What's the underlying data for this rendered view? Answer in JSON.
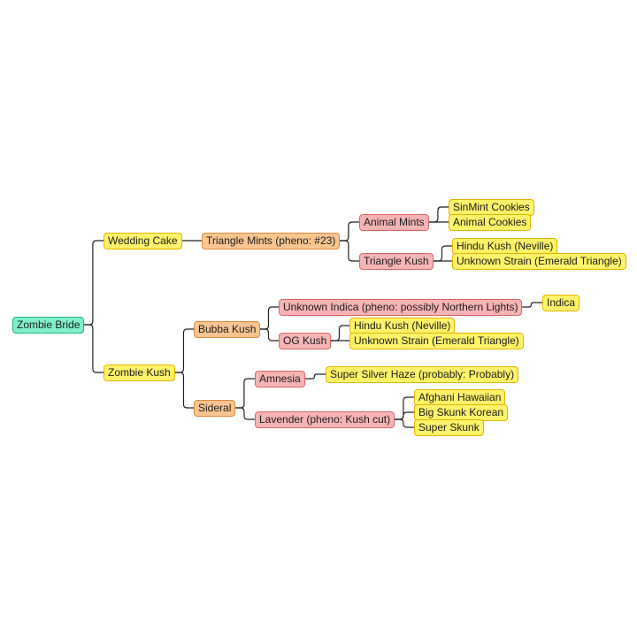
{
  "mindmap": {
    "root": {
      "id": "zombie-bride",
      "label": "Zombie Bride",
      "color": "root",
      "children": [
        {
          "id": "wedding-cake",
          "label": "Wedding Cake",
          "color": "yellow",
          "children": [
            {
              "id": "triangle-mints",
              "label": "Triangle Mints (pheno: #23)",
              "color": "orange",
              "children": [
                {
                  "id": "animal-mints",
                  "label": "Animal Mints",
                  "color": "red",
                  "children": [
                    {
                      "id": "sinmint-cookies",
                      "label": "SinMint Cookies",
                      "color": "yellow"
                    },
                    {
                      "id": "animal-cookies",
                      "label": "Animal Cookies",
                      "color": "yellow"
                    }
                  ]
                },
                {
                  "id": "triangle-kush",
                  "label": "Triangle Kush",
                  "color": "red",
                  "children": [
                    {
                      "id": "hindu-kush-1",
                      "label": "Hindu Kush (Neville)",
                      "color": "yellow"
                    },
                    {
                      "id": "unknown-strain-1",
                      "label": "Unknown Strain (Emerald Triangle)",
                      "color": "yellow"
                    }
                  ]
                }
              ]
            }
          ]
        },
        {
          "id": "zombie-kush",
          "label": "Zombie Kush",
          "color": "yellow",
          "children": [
            {
              "id": "bubba-kush",
              "label": "Bubba Kush",
              "color": "orange",
              "children": [
                {
                  "id": "unknown-indica",
                  "label": "Unknown Indica (pheno: possibly Northern Lights)",
                  "color": "red",
                  "children": [
                    {
                      "id": "indica",
                      "label": "Indica",
                      "color": "yellow"
                    }
                  ]
                },
                {
                  "id": "og-kush",
                  "label": "OG Kush",
                  "color": "red",
                  "children": [
                    {
                      "id": "hindu-kush-2",
                      "label": "Hindu Kush (Neville)",
                      "color": "yellow"
                    },
                    {
                      "id": "unknown-strain-2",
                      "label": "Unknown Strain (Emerald Triangle)",
                      "color": "yellow"
                    }
                  ]
                }
              ]
            },
            {
              "id": "sideral",
              "label": "Sideral",
              "color": "orange",
              "children": [
                {
                  "id": "amnesia",
                  "label": "Amnesia",
                  "color": "red",
                  "children": [
                    {
                      "id": "super-silver-haze",
                      "label": "Super Silver Haze (probably: Probably)",
                      "color": "yellow"
                    }
                  ]
                },
                {
                  "id": "lavender",
                  "label": "Lavender (pheno: Kush cut)",
                  "color": "red",
                  "children": [
                    {
                      "id": "afghani-hawaiian",
                      "label": "Afghani Hawaiian",
                      "color": "yellow"
                    },
                    {
                      "id": "big-skunk-korean",
                      "label": "Big Skunk Korean",
                      "color": "yellow"
                    },
                    {
                      "id": "super-skunk",
                      "label": "Super Skunk",
                      "color": "yellow"
                    }
                  ]
                }
              ]
            }
          ]
        }
      ]
    }
  },
  "colors": {
    "root": "#7ff0c8",
    "yellow": "#fff36a",
    "orange": "#fbc592",
    "red": "#f7b4b4",
    "connector": "#222222"
  }
}
